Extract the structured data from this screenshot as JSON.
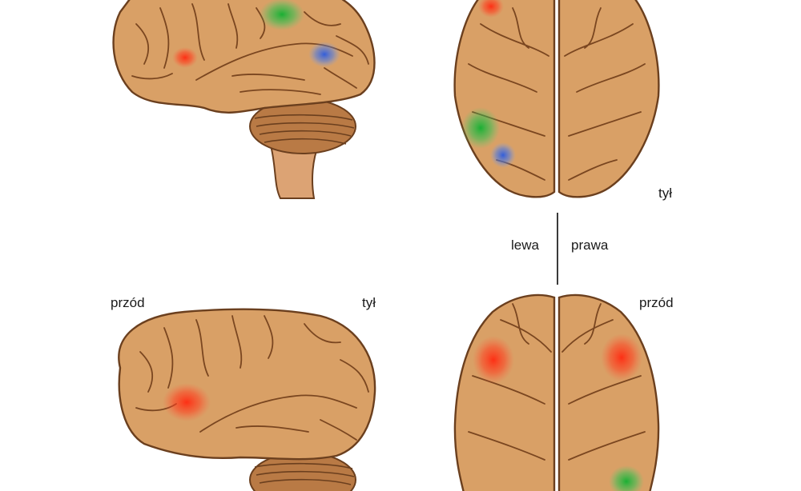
{
  "labels": {
    "top_right_back": "tył",
    "left": "lewa",
    "right": "prawa",
    "bottom_left_front": "przód",
    "bottom_left_back": "tył",
    "bottom_right_front": "przód"
  },
  "colors": {
    "brain_fill": "#d9a066",
    "brain_outline": "#6b3f1e",
    "sulcus": "#7a4620",
    "cerebellum": "#b97a45",
    "stem": "#dca374",
    "activation_red": "#ff3a1a",
    "activation_green": "#19b33a",
    "activation_blue": "#3a6ee0"
  }
}
